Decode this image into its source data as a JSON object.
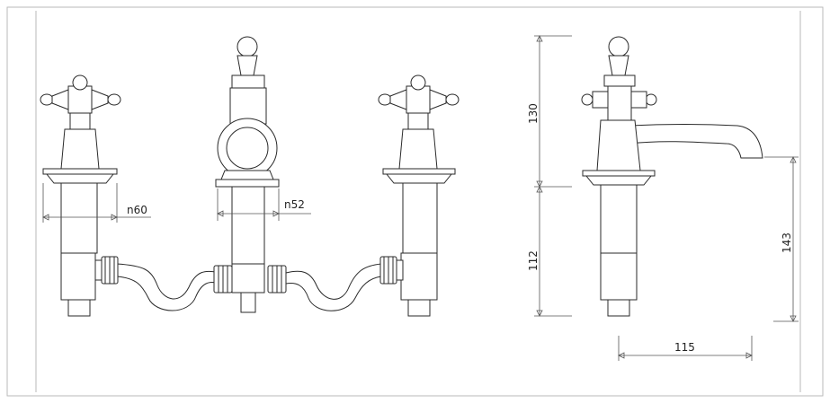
{
  "dimensions": {
    "left_spout_dia": "n60",
    "center_body_dia": "n52",
    "upper_height": "130",
    "lower_height": "112",
    "spout_height": "143",
    "spout_reach": "115"
  },
  "colors": {
    "line": "#2a2a2a",
    "frame": "#b9b9b9",
    "background": "#ffffff"
  }
}
